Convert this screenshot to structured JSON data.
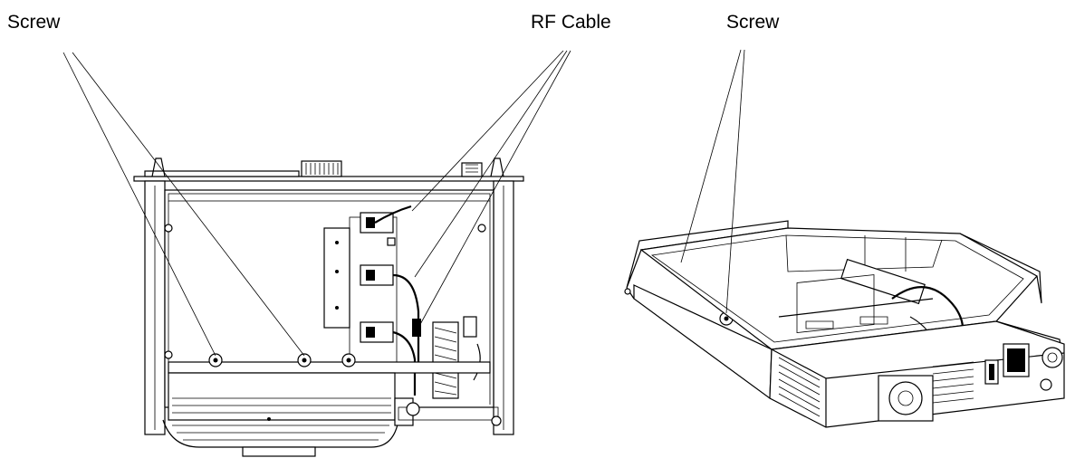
{
  "callouts": {
    "screw_left": "Screw",
    "rf_cable": "RF Cable",
    "screw_right": "Screw"
  }
}
